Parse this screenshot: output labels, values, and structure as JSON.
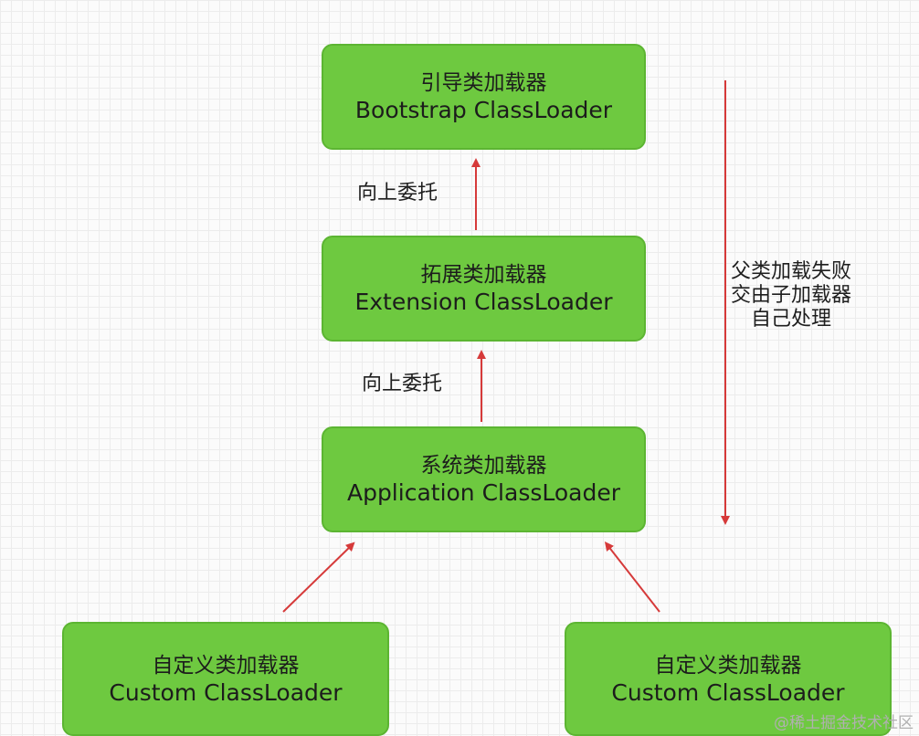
{
  "nodes": {
    "bootstrap": {
      "zh": "引导类加载器",
      "en": "Bootstrap ClassLoader"
    },
    "extension": {
      "zh": "拓展类加载器",
      "en": "Extension ClassLoader"
    },
    "application": {
      "zh": "系统类加载器",
      "en": "Application ClassLoader"
    },
    "custom_left": {
      "zh": "自定义类加载器",
      "en": "Custom ClassLoader"
    },
    "custom_right": {
      "zh": "自定义类加载器",
      "en": "Custom ClassLoader"
    }
  },
  "labels": {
    "delegate_up_1": "向上委托",
    "delegate_up_2": "向上委托",
    "fail_note": [
      "父类加载失败",
      "交由子加载器",
      "自己处理"
    ]
  },
  "watermark": "@稀土掘金技术社区",
  "colors": {
    "node_fill": "#6ec940",
    "arrow": "#d63a3a"
  }
}
